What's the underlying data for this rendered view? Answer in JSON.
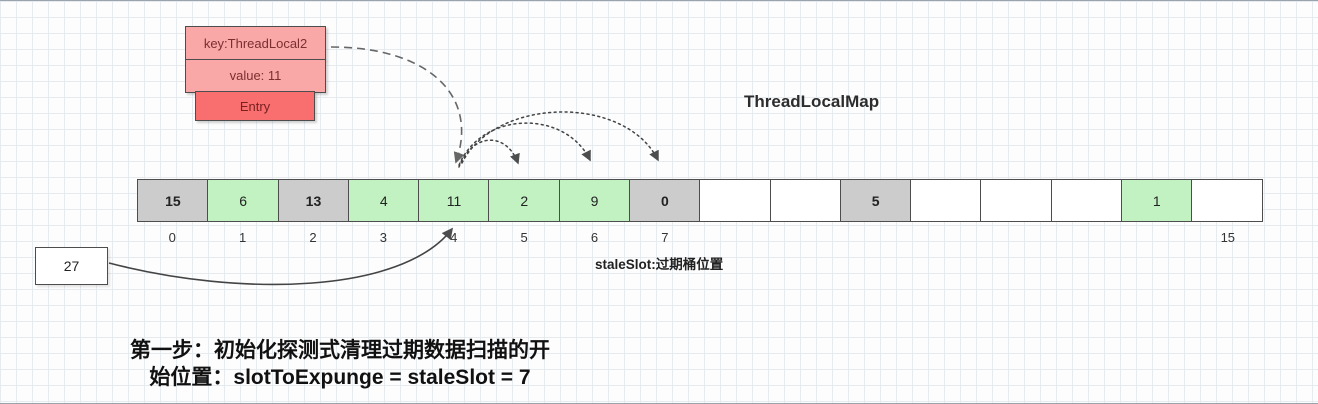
{
  "title": "ThreadLocalMap",
  "entry_box": {
    "key": "key:ThreadLocal2",
    "value": "value: 11",
    "label": "Entry"
  },
  "array": {
    "cells": [
      {
        "index": 0,
        "value": "15",
        "type": "stale"
      },
      {
        "index": 1,
        "value": "6",
        "type": "normal"
      },
      {
        "index": 2,
        "value": "13",
        "type": "stale"
      },
      {
        "index": 3,
        "value": "4",
        "type": "normal"
      },
      {
        "index": 4,
        "value": "11",
        "type": "normal"
      },
      {
        "index": 5,
        "value": "2",
        "type": "normal"
      },
      {
        "index": 6,
        "value": "9",
        "type": "normal"
      },
      {
        "index": 7,
        "value": "0",
        "type": "stale"
      },
      {
        "index": 8,
        "value": "",
        "type": "empty"
      },
      {
        "index": 9,
        "value": "",
        "type": "empty"
      },
      {
        "index": 10,
        "value": "5",
        "type": "stale"
      },
      {
        "index": 11,
        "value": "",
        "type": "empty"
      },
      {
        "index": 12,
        "value": "",
        "type": "empty"
      },
      {
        "index": 13,
        "value": "",
        "type": "empty"
      },
      {
        "index": 14,
        "value": "1",
        "type": "normal"
      },
      {
        "index": 15,
        "value": "",
        "type": "empty"
      }
    ],
    "index_labels": [
      "0",
      "1",
      "2",
      "3",
      "4",
      "5",
      "6",
      "7",
      "",
      "",
      "",
      "",
      "",
      "",
      "",
      "15"
    ]
  },
  "stale_slot_label": "staleSlot:过期桶位置",
  "hash_box": {
    "value": "27"
  },
  "caption": {
    "line1": "第一步：初始化探测式清理过期数据扫描的开",
    "line2": "始位置：slotToExpunge = staleSlot = 7"
  },
  "colors": {
    "stale_bg": "#cccccc",
    "normal_bg": "#c2f2c2",
    "empty_bg": "#ffffff",
    "entry_key_bg": "#f9a7a7",
    "entry_label_bg": "#f96f6f",
    "arrow_color": "#4d4d4d"
  }
}
